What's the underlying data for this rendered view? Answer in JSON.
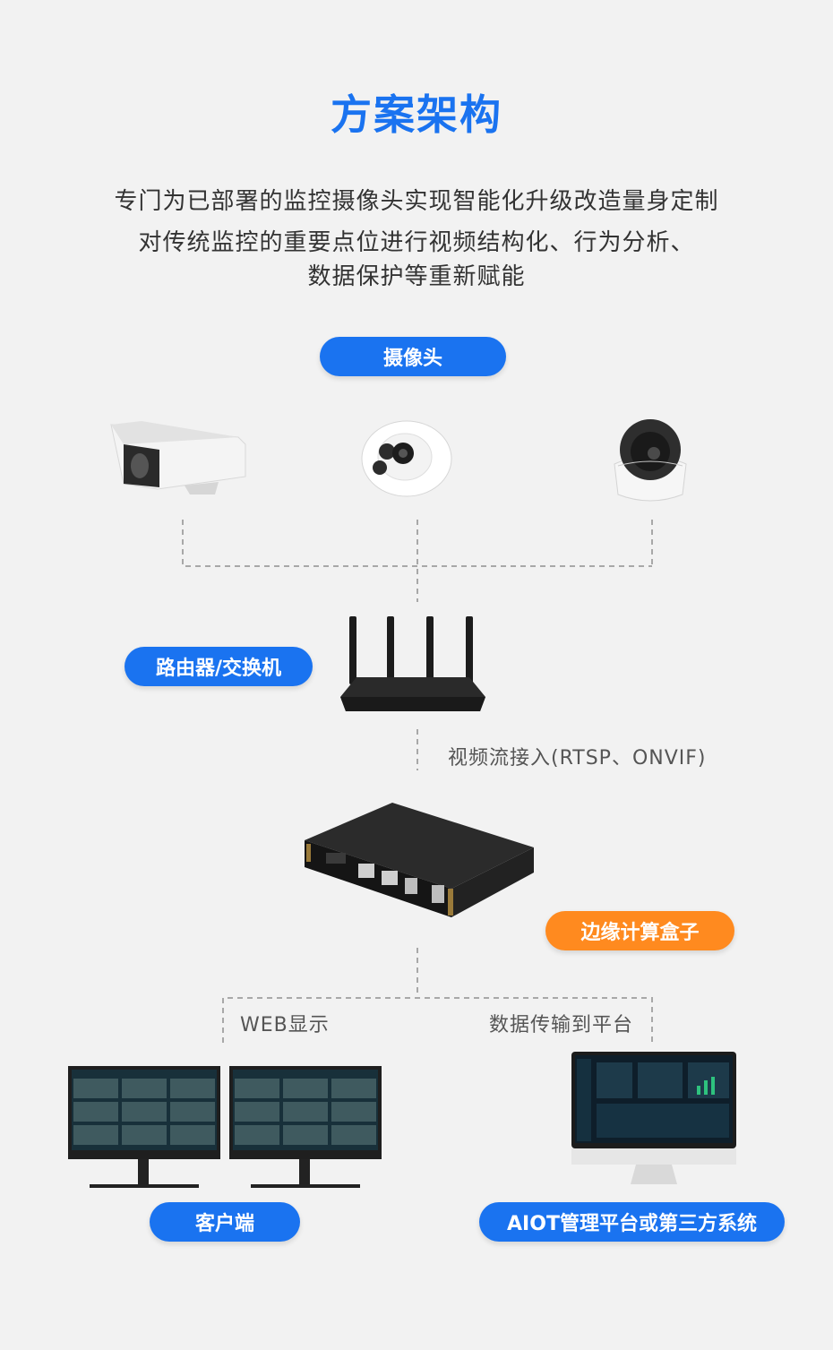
{
  "colors": {
    "accent_blue": "#1a73f0",
    "accent_orange": "#ff8a1f",
    "text": "#333333",
    "line": "#a8a8a8",
    "background": "#f2f2f2"
  },
  "title": "方案架构",
  "description": [
    "专门为已部署的监控摄像头实现智能化升级改造量身定制",
    "对传统监控的重要点位进行视频结构化、行为分析、",
    "数据保护等重新赋能"
  ],
  "nodes": {
    "camera": "摄像头",
    "router": "路由器/交换机",
    "edge_box": "边缘计算盒子",
    "client": "客户端",
    "platform": "AIOT管理平台或第三方系统"
  },
  "edges": {
    "stream_access": "视频流接入(RTSP、ONVIF)",
    "web_display": "WEB显示",
    "data_upload": "数据传输到平台"
  },
  "icons": [
    "bullet-camera-icon",
    "dome-camera-icon",
    "speed-dome-camera-icon",
    "router-icon",
    "edge-box-icon",
    "monitor-icon",
    "imac-icon"
  ]
}
